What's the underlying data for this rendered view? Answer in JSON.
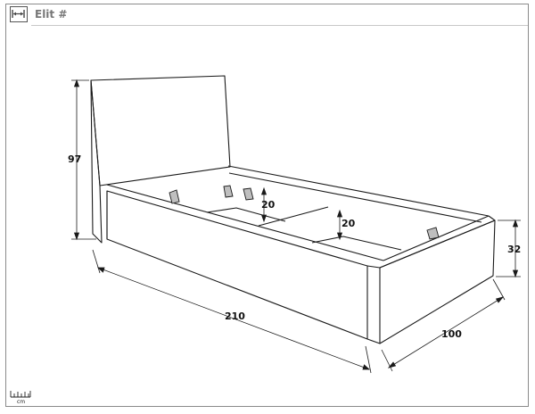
{
  "header": {
    "title": "Elit #",
    "icon": "width-measure-icon"
  },
  "dimensions": {
    "height_headboard": "97",
    "length": "210",
    "width": "100",
    "height_frame": "32",
    "inner_depth_a": "20",
    "inner_depth_b": "20"
  },
  "scale": {
    "unit": "cm",
    "icon": "ruler-icon"
  },
  "colors": {
    "line": "#1a1a1a",
    "frame_border": "#8a8a8a",
    "header_text": "#777777"
  }
}
